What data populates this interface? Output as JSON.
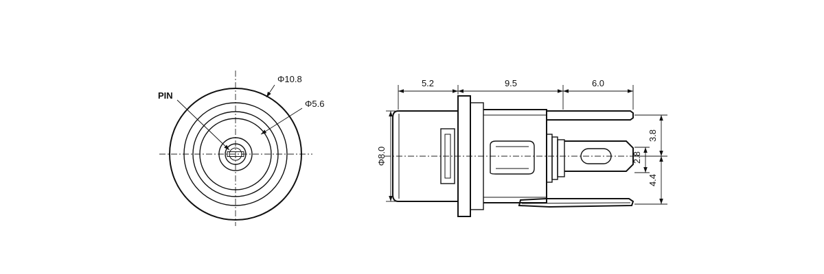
{
  "front_view": {
    "pin_label": "PIN",
    "outer_diameter_label": "Φ10.8",
    "inner_diameter_label": "Φ5.6"
  },
  "side_view": {
    "dim_top_left": "5.2",
    "dim_top_middle": "9.5",
    "dim_top_right": "6.0",
    "dim_height": "Φ8.0",
    "dim_right_upper": "3.8",
    "dim_right_lower": "4.4",
    "dim_pin_tab": "2.8"
  }
}
